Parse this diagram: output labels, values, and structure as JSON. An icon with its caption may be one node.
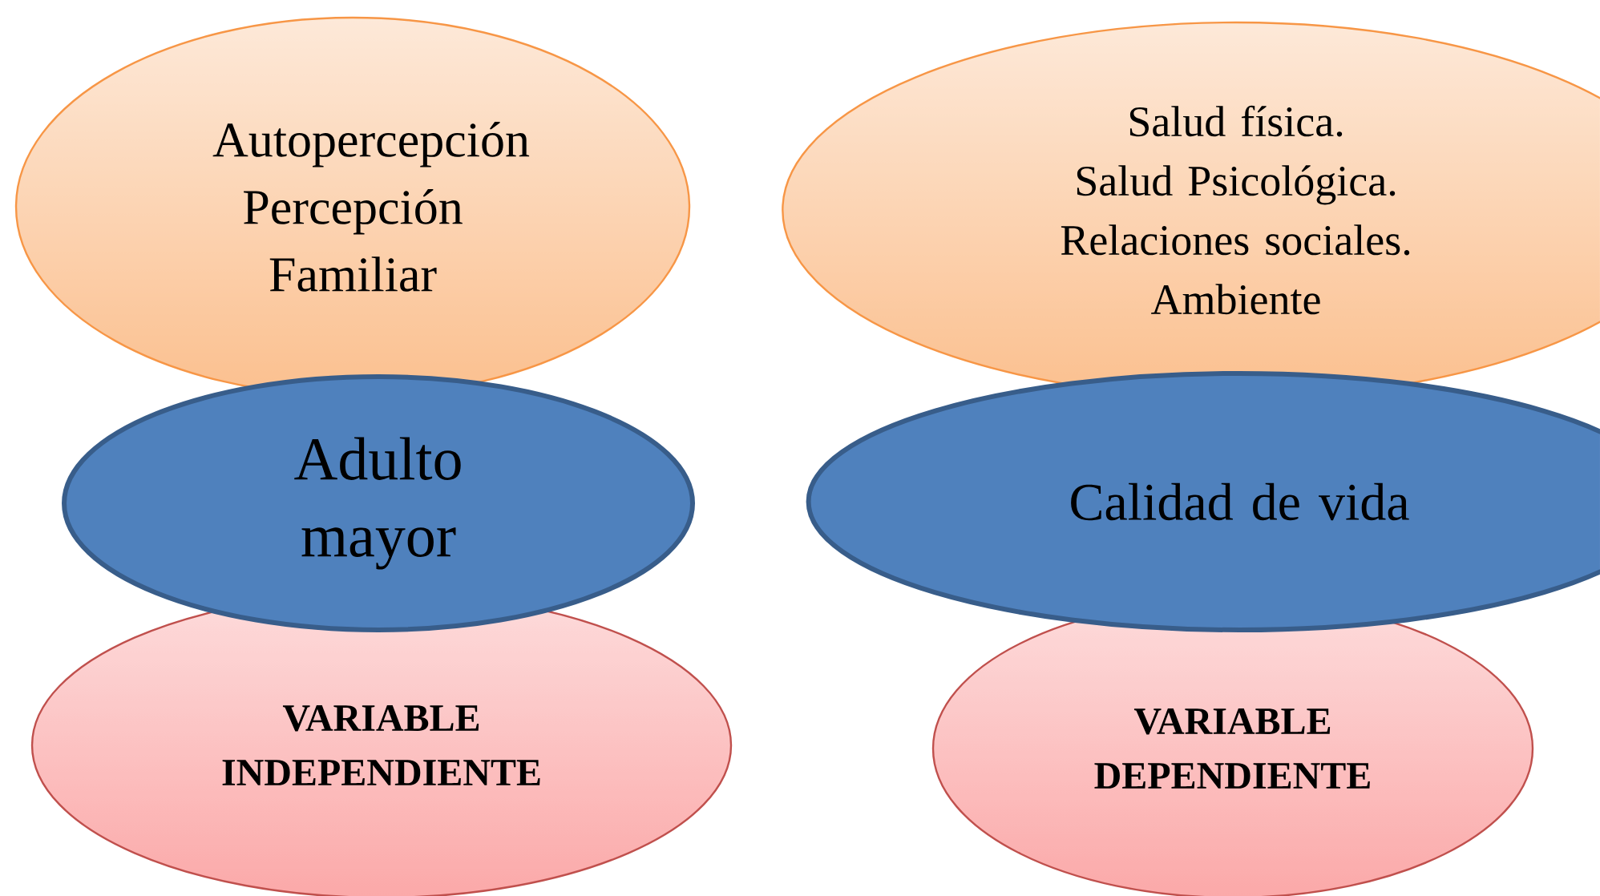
{
  "diagram": {
    "nodes": [
      {
        "text": [
          "Autopercepción",
          "Percepción Familiar"
        ]
      },
      {
        "text": [
          "Salud física.",
          "Salud Psicológica.",
          "Relaciones sociales.",
          "Ambiente"
        ]
      },
      {
        "text": [
          "Adulto mayor"
        ]
      },
      {
        "text": [
          "Calidad de vida"
        ]
      },
      {
        "text": [
          "VARIABLE INDEPENDIENTE"
        ]
      },
      {
        "text": [
          "VARIABLE DEPENDIENTE"
        ]
      }
    ]
  }
}
